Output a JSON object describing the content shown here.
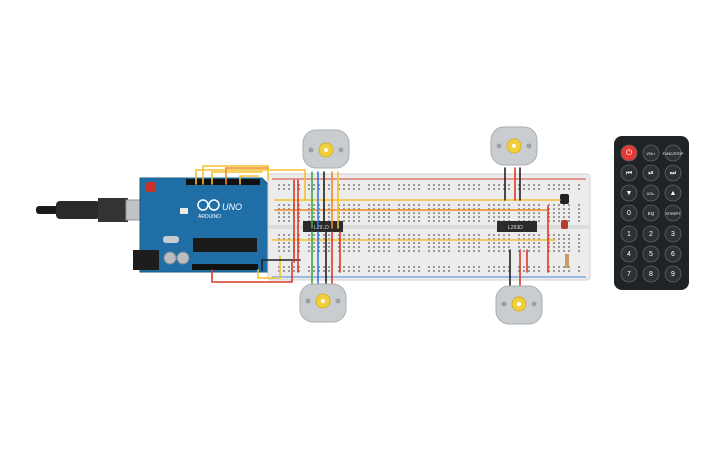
{
  "arduino": {
    "brand": "ARDUINO",
    "model": "UNO"
  },
  "breadboard": {
    "driver_left_label": "L293D",
    "driver_right_label": "L293D"
  },
  "remote": {
    "buttons": [
      {
        "label": "",
        "accent": "#e53935"
      },
      {
        "label": "VOL+"
      },
      {
        "label": "FUNC/STOP"
      },
      {
        "label": "",
        "icon": "rewind-icon"
      },
      {
        "label": "",
        "icon": "play-pause-icon"
      },
      {
        "label": "",
        "icon": "fast-forward-icon"
      },
      {
        "label": "",
        "icon": "arrow-down-icon"
      },
      {
        "label": "VOL-"
      },
      {
        "label": "",
        "icon": "arrow-up-icon"
      },
      {
        "label": "0"
      },
      {
        "label": "EQ"
      },
      {
        "label": "ST/REPT"
      },
      {
        "label": "1"
      },
      {
        "label": "2"
      },
      {
        "label": "3"
      },
      {
        "label": "4"
      },
      {
        "label": "5"
      },
      {
        "label": "6"
      },
      {
        "label": "7"
      },
      {
        "label": "8"
      },
      {
        "label": "9"
      }
    ]
  },
  "colors": {
    "arduino_board": "#1f6ea6",
    "breadboard": "#ececec",
    "remote_body": "#1f2326",
    "motor_body": "#c9cdd0",
    "motor_shaft": "#f2d03b",
    "wire_yellow": "#f2c230",
    "wire_orange": "#f08a24",
    "wire_red": "#d93a2b",
    "wire_green": "#38a845",
    "wire_blue": "#3a78d8",
    "wire_black": "#222222"
  }
}
